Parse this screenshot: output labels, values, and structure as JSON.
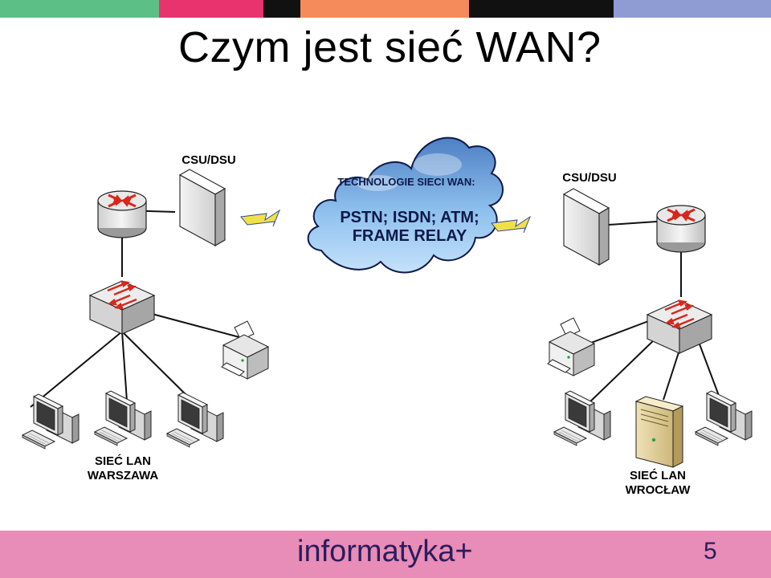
{
  "slide": {
    "title": "Czym jest sieć WAN?",
    "page_number": "5",
    "footer_brand": "informatyka+"
  },
  "diagram": {
    "csu_left": "CSU/DSU",
    "csu_right": "CSU/DSU",
    "cloud_heading": "TECHNOLOGIE SIECI WAN:",
    "cloud_line1": "PSTN; ISDN; ATM;",
    "cloud_line2": "FRAME RELAY",
    "lan_left_line1": "SIEĆ LAN",
    "lan_left_line2": "WARSZAWA",
    "lan_right_line1": "SIEĆ LAN",
    "lan_right_line2": "WROCŁAW"
  },
  "colors": {
    "top_bar": [
      "#5cbf86",
      "#e8336e",
      "#111111",
      "#f58a5a",
      "#111111",
      "#8f9cd4"
    ],
    "footer": "#e88cb8",
    "cloud": "#7fb3e6",
    "link_bolt": "#f2e04a",
    "arrow_red": "#d9261c"
  },
  "icons": [
    "router-icon",
    "csu-dsu-icon",
    "cloud-icon",
    "switch-icon",
    "printer-icon",
    "workstation-icon",
    "server-icon",
    "lightning-link-icon"
  ]
}
